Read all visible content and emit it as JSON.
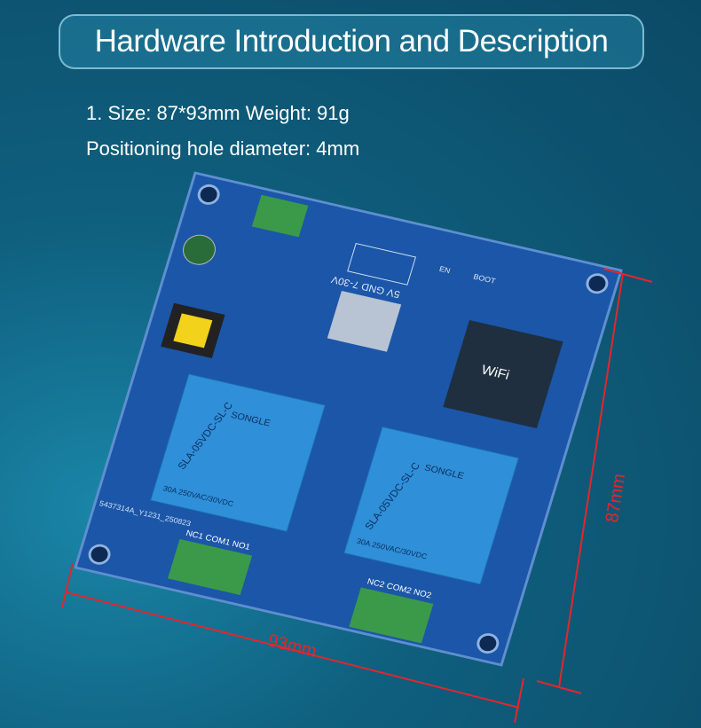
{
  "header": {
    "title": "Hardware Introduction and Description"
  },
  "specs": {
    "line1": "1. Size: 87*93mm   Weight: 91g",
    "line2": "Positioning hole diameter: 4mm"
  },
  "dimensions": {
    "width_label": "93mm",
    "height_label": "87mm"
  },
  "board": {
    "terminals_1": "NC1 COM1 NO1",
    "terminals_2": "NC2 COM2 NO2",
    "power_label": "5V GND 7-30V",
    "relay_model": "SLA-05VDC-SL-C",
    "relay_brand": "SONGLE",
    "relay_rating": "30A 250VAC/30VDC",
    "wifi": "WiFi",
    "boot": "BOOT",
    "en": "EN",
    "serial": "5437314A_Y1231_250823"
  },
  "colors": {
    "board": "#1b56a8",
    "dimension": "#e3262c",
    "relay": "#2f8fd8",
    "terminal": "#3a9a4a"
  }
}
